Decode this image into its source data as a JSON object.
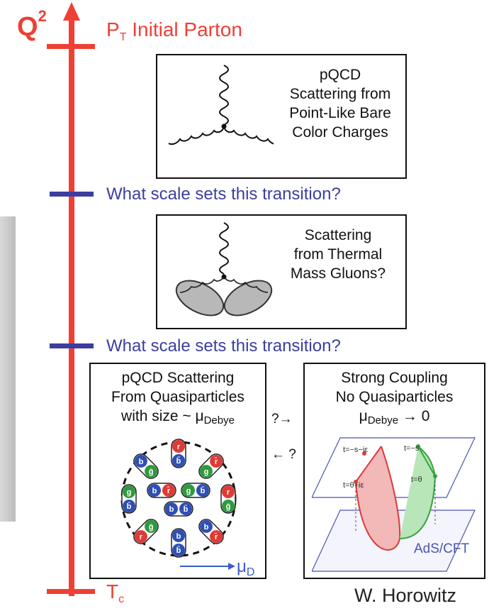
{
  "axis": {
    "label": "Q",
    "label_sup": "2",
    "top_label": "P",
    "top_label_sub": "T",
    "top_label_rest": " Initial Parton",
    "bottom_label": "T",
    "bottom_label_sub": "c"
  },
  "transition_question_1": "What scale sets this transition?",
  "transition_question_2": "What scale sets this transition?",
  "box_pqcd": {
    "lines": [
      "pQCD",
      "Scattering from",
      "Point-Like Bare",
      "Color Charges"
    ]
  },
  "box_thermal": {
    "lines": [
      "Scattering",
      "from Thermal",
      "Mass Gluons?"
    ]
  },
  "box_quasiparticles": {
    "line1": "pQCD Scattering",
    "line2": "From Quasiparticles",
    "line3_pre": "with size ~ μ",
    "line3_sub": "Debye",
    "quark_labels": [
      "r",
      "g",
      "b",
      "r̄",
      "ḡ",
      "b̄"
    ],
    "mu_label": "μ",
    "mu_sub": "D"
  },
  "box_strong": {
    "line1": "Strong Coupling",
    "line2": "No Quasiparticles",
    "line3_pre": "μ",
    "line3_sub": "Debye",
    "line3_post": " → 0",
    "label_ads": "AdS/CFT",
    "label_t1": "t=−s−iε",
    "label_t2": "t=θ+iε",
    "label_t3": "t=−s",
    "label_t4": "t=θ"
  },
  "arrows": {
    "right": "?→",
    "left": "← ?"
  },
  "credit": "W. Horowitz",
  "colors": {
    "axis": "#ee4035",
    "question": "#3b3ea0",
    "red_quark": "#e03a36",
    "green_quark": "#2e9a3e",
    "blue_quark": "#2f4fb5"
  }
}
